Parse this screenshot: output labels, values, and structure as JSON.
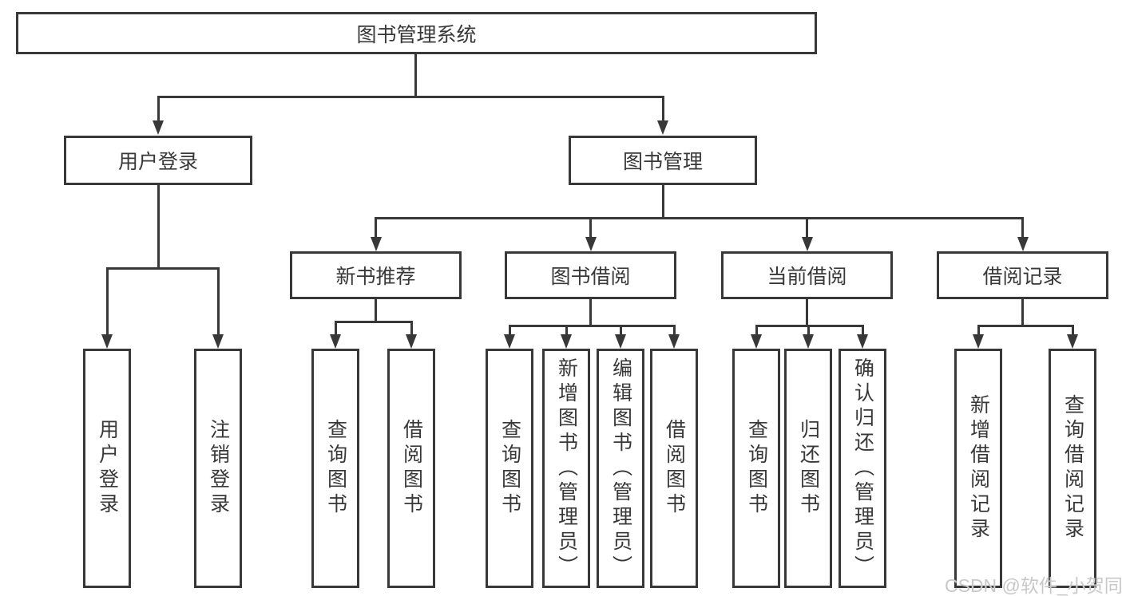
{
  "diagram": {
    "type": "hierarchy-flowchart",
    "nodes": {
      "root": {
        "label": "图书管理系统"
      },
      "user_login": {
        "label": "用户登录"
      },
      "book_mgmt": {
        "label": "图书管理"
      },
      "l3": [
        {
          "label": "新书推荐"
        },
        {
          "label": "图书借阅"
        },
        {
          "label": "当前借阅"
        },
        {
          "label": "借阅记录"
        }
      ],
      "leaves": [
        {
          "label": "用户登录"
        },
        {
          "label": "注销登录"
        },
        {
          "label": "查询图书"
        },
        {
          "label": "借阅图书"
        },
        {
          "label": "查询图书"
        },
        {
          "label": "新增图书（管理员）"
        },
        {
          "label": "编辑图书（管理员）"
        },
        {
          "label": "借阅图书"
        },
        {
          "label": "查询图书"
        },
        {
          "label": "归还图书"
        },
        {
          "label": "确认归还（管理员）"
        },
        {
          "label": "新增借阅记录"
        },
        {
          "label": "查询借阅记录"
        }
      ]
    }
  },
  "watermark": {
    "text": "CSDN @软件_小贺同学",
    "color": "#c8c8c8"
  },
  "colors": {
    "line": "#383838",
    "text": "#383838",
    "background": "#ffffff"
  }
}
